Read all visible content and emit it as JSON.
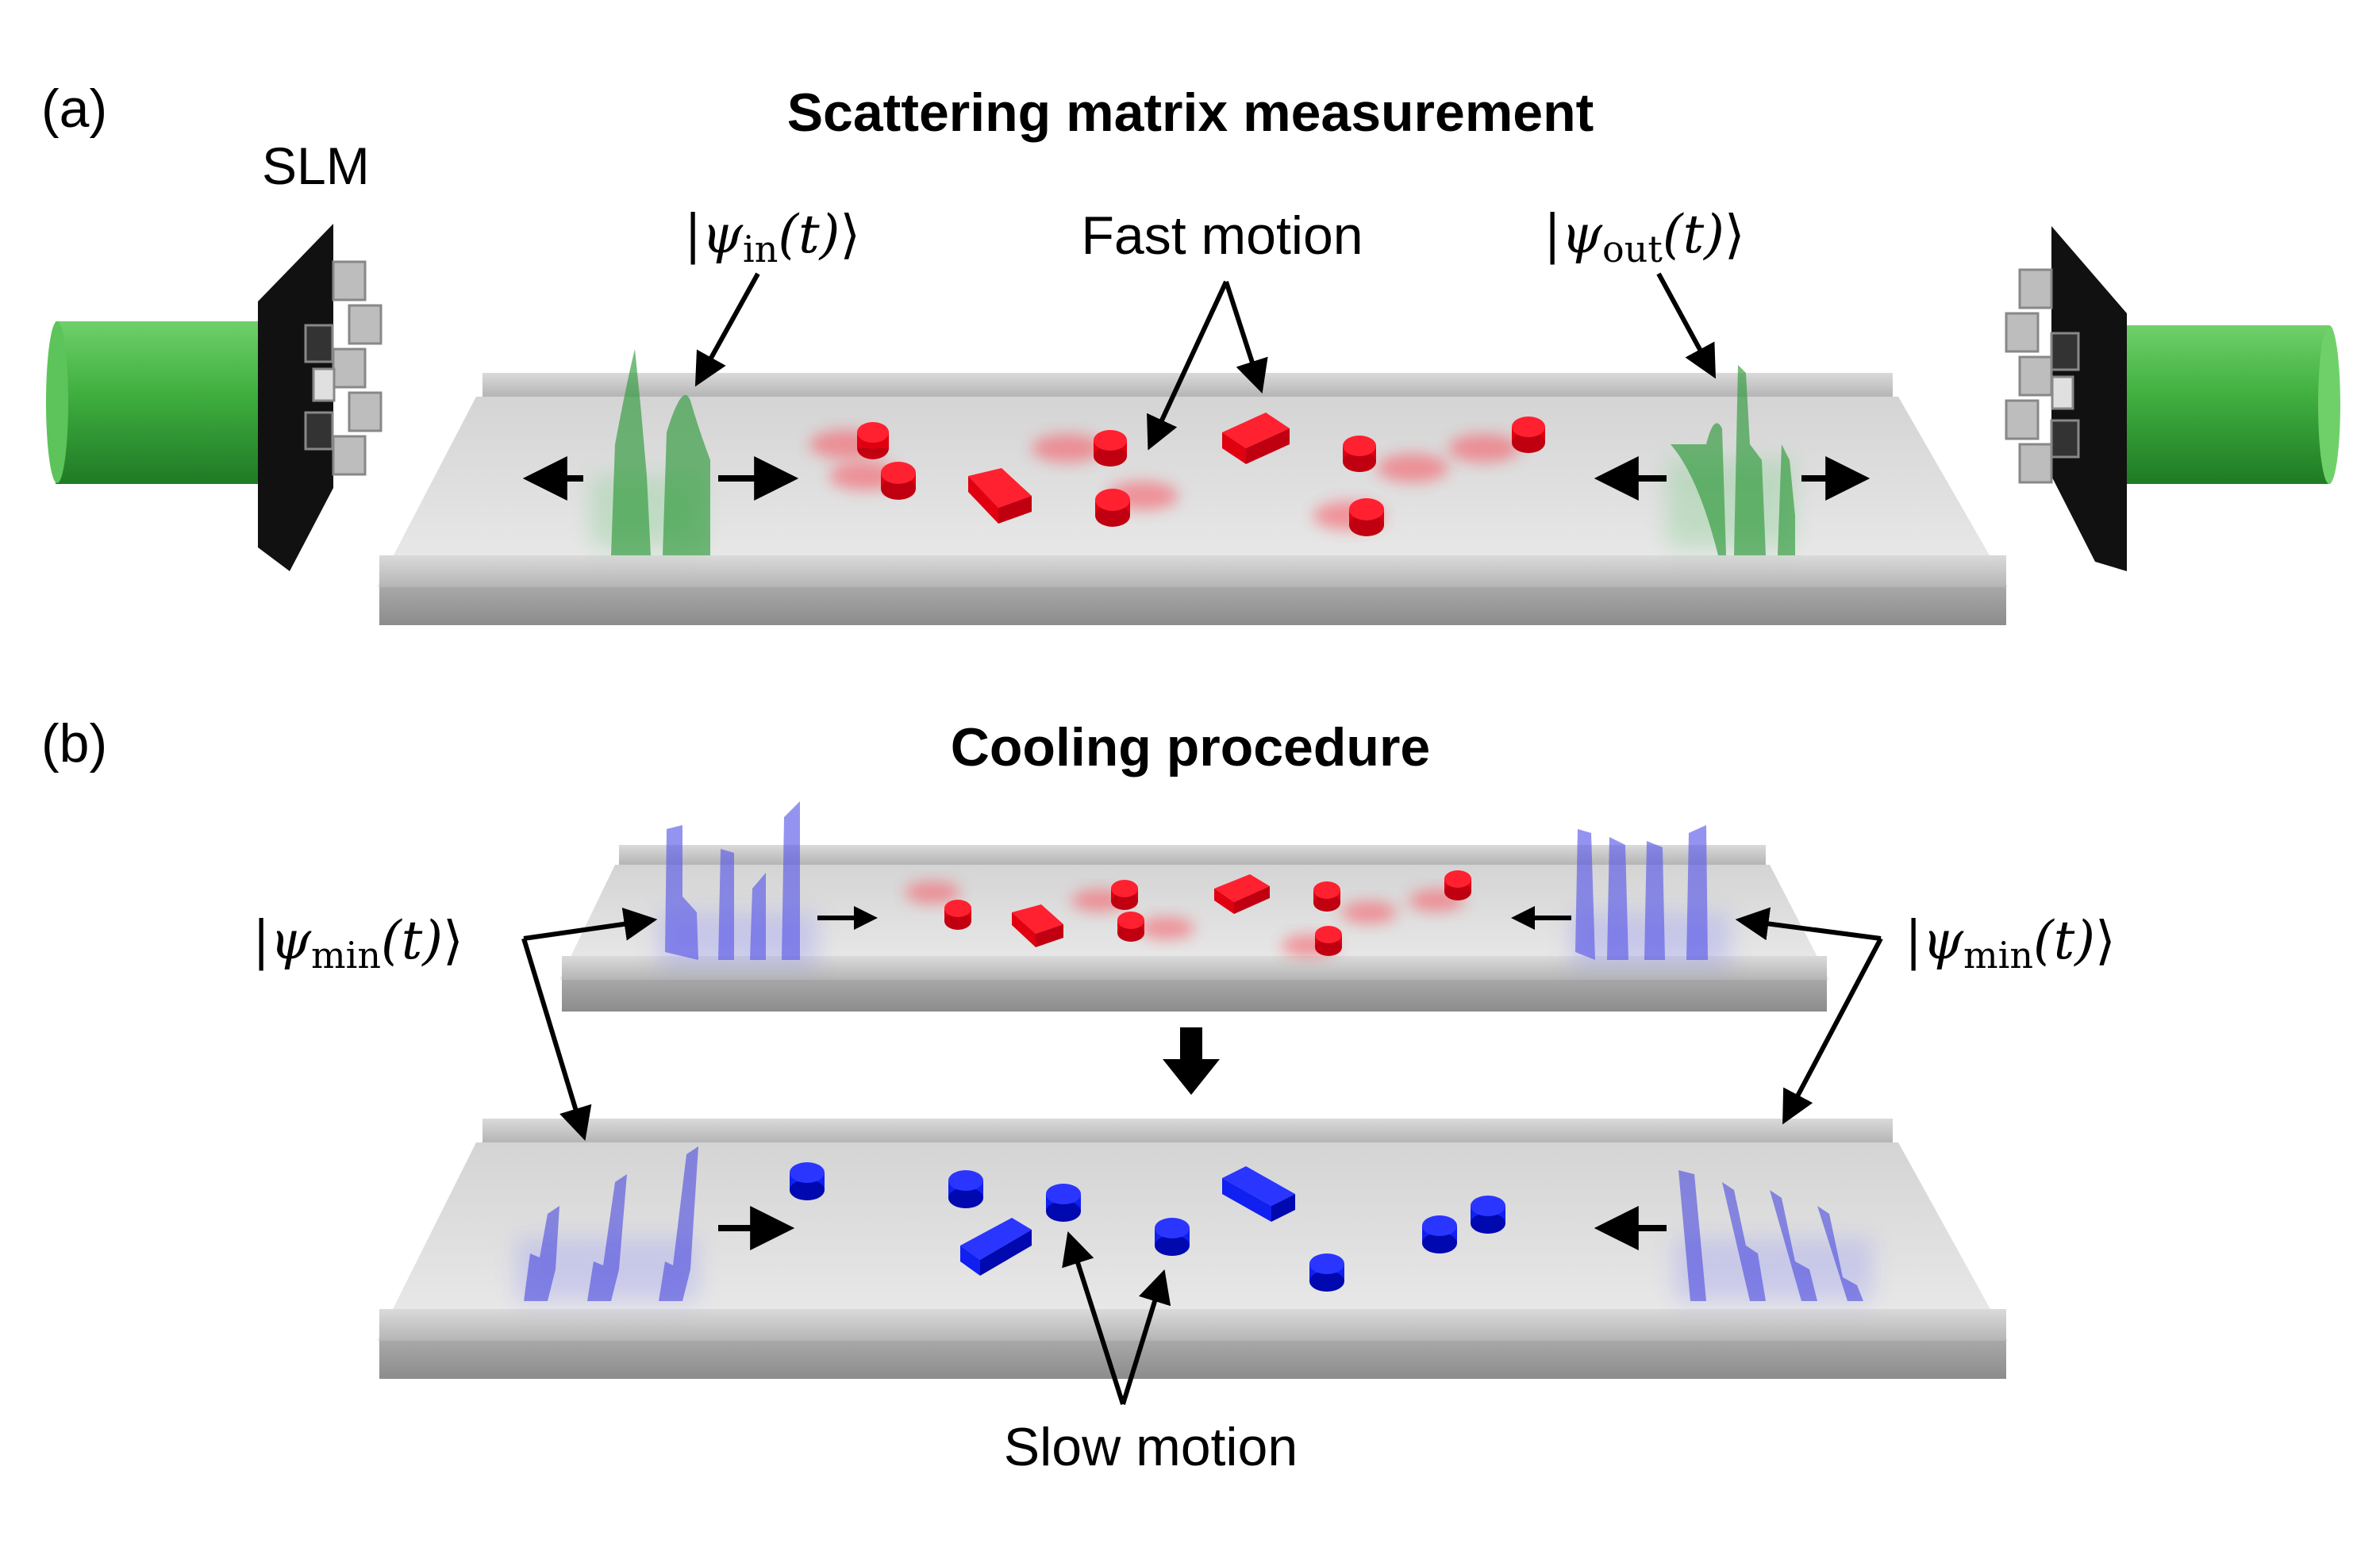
{
  "panel_a": {
    "label": "(a)",
    "title": "Scattering matrix measurement",
    "slm_label": "SLM",
    "fast_motion_label": "Fast motion",
    "psi_in": {
      "bar": "|",
      "psi": "ψ",
      "sub": "in",
      "arg": "(t)",
      "close": "⟩"
    },
    "psi_out": {
      "bar": "|",
      "psi": "ψ",
      "sub": "out",
      "arg": "(t)",
      "close": "⟩"
    }
  },
  "panel_b": {
    "label": "(b)",
    "title": "Cooling procedure",
    "slow_motion_label": "Slow motion",
    "psi_min": {
      "bar": "|",
      "psi": "ψ",
      "sub": "min",
      "arg": "(t)",
      "close": "⟩"
    }
  },
  "colors": {
    "beam_green": "#3fae3f",
    "wave_green": "#2e9a3a",
    "fast_particle_red": "#e00010",
    "slow_particle_blue": "#0a14e6",
    "wave_blue": "#5a5ae8",
    "waveguide_gray": "#c9c9c9"
  },
  "icons": [
    "slm-pixel-array-icon",
    "laser-beam-icon",
    "arrow-right-icon",
    "arrow-left-icon",
    "arrow-down-icon"
  ]
}
